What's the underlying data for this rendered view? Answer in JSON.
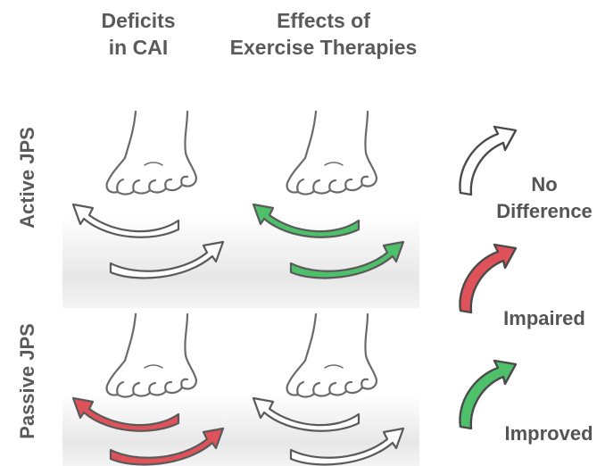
{
  "columns": [
    {
      "line1": "Deficits",
      "line2": "in CAI"
    },
    {
      "line1": "Effects of",
      "line2": "Exercise Therapies"
    }
  ],
  "rows": [
    {
      "label": "Active JPS"
    },
    {
      "label": "Passive JPS"
    }
  ],
  "cells": [
    {
      "row": "Active JPS",
      "column": "Deficits in CAI",
      "arrow_status": "no-difference"
    },
    {
      "row": "Active JPS",
      "column": "Effects of Exercise Therapies",
      "arrow_status": "improved"
    },
    {
      "row": "Passive JPS",
      "column": "Deficits in CAI",
      "arrow_status": "impaired"
    },
    {
      "row": "Passive JPS",
      "column": "Effects of Exercise Therapies",
      "arrow_status": "no-difference"
    }
  ],
  "legend": [
    {
      "key": "no-difference",
      "line1": "No",
      "line2": "Difference",
      "color": "#ffffff"
    },
    {
      "key": "impaired",
      "line1": "Impaired",
      "line2": "",
      "color": "#e0525a"
    },
    {
      "key": "improved",
      "line1": "Improved",
      "line2": "",
      "color": "#4fc06a"
    }
  ],
  "icons": {
    "cell": "foot-icon",
    "movement": "curved-arrow-icon"
  }
}
